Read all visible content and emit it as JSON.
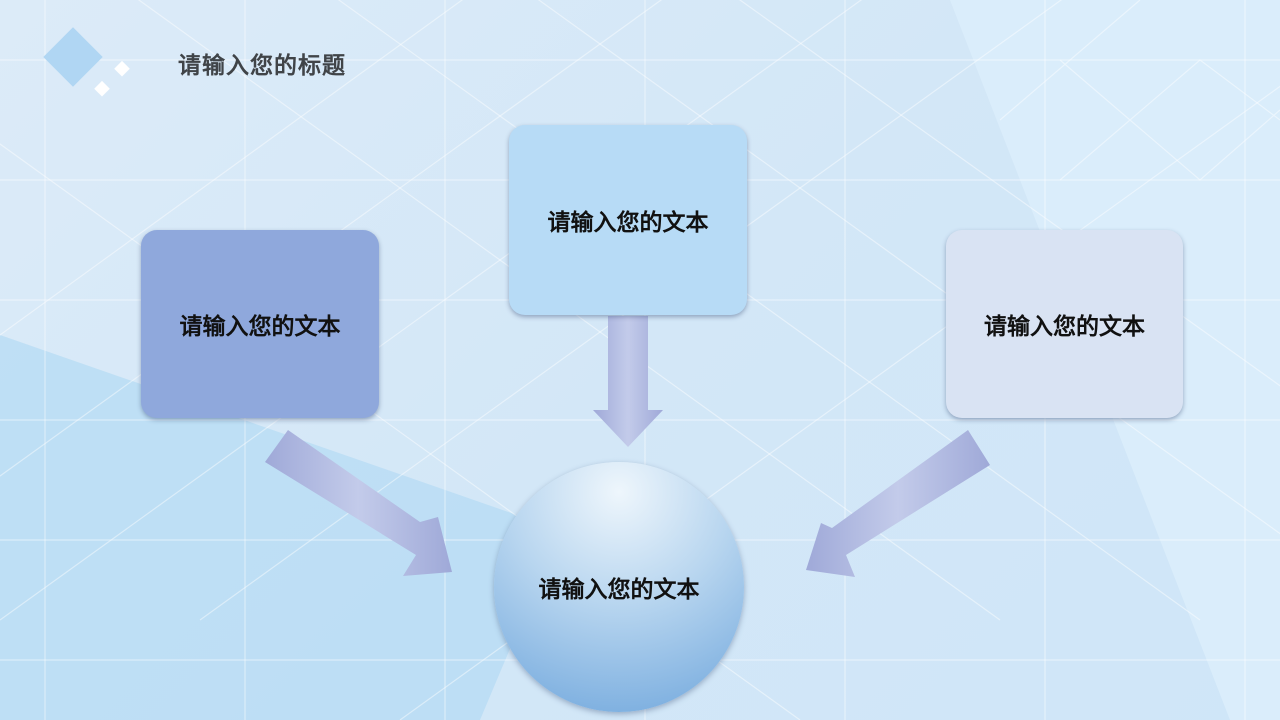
{
  "slide": {
    "title": "请输入您的标题",
    "nodes": {
      "left": "请输入您的文本",
      "top": "请输入您的文本",
      "right": "请输入您的文本",
      "center": "请输入您的文本"
    },
    "colors": {
      "left_box": "#8fa8dc",
      "top_box": "#b7dbf6",
      "right_box": "#d9e3f3",
      "arrow": "#a9b4dc",
      "title_text": "#404448"
    }
  }
}
